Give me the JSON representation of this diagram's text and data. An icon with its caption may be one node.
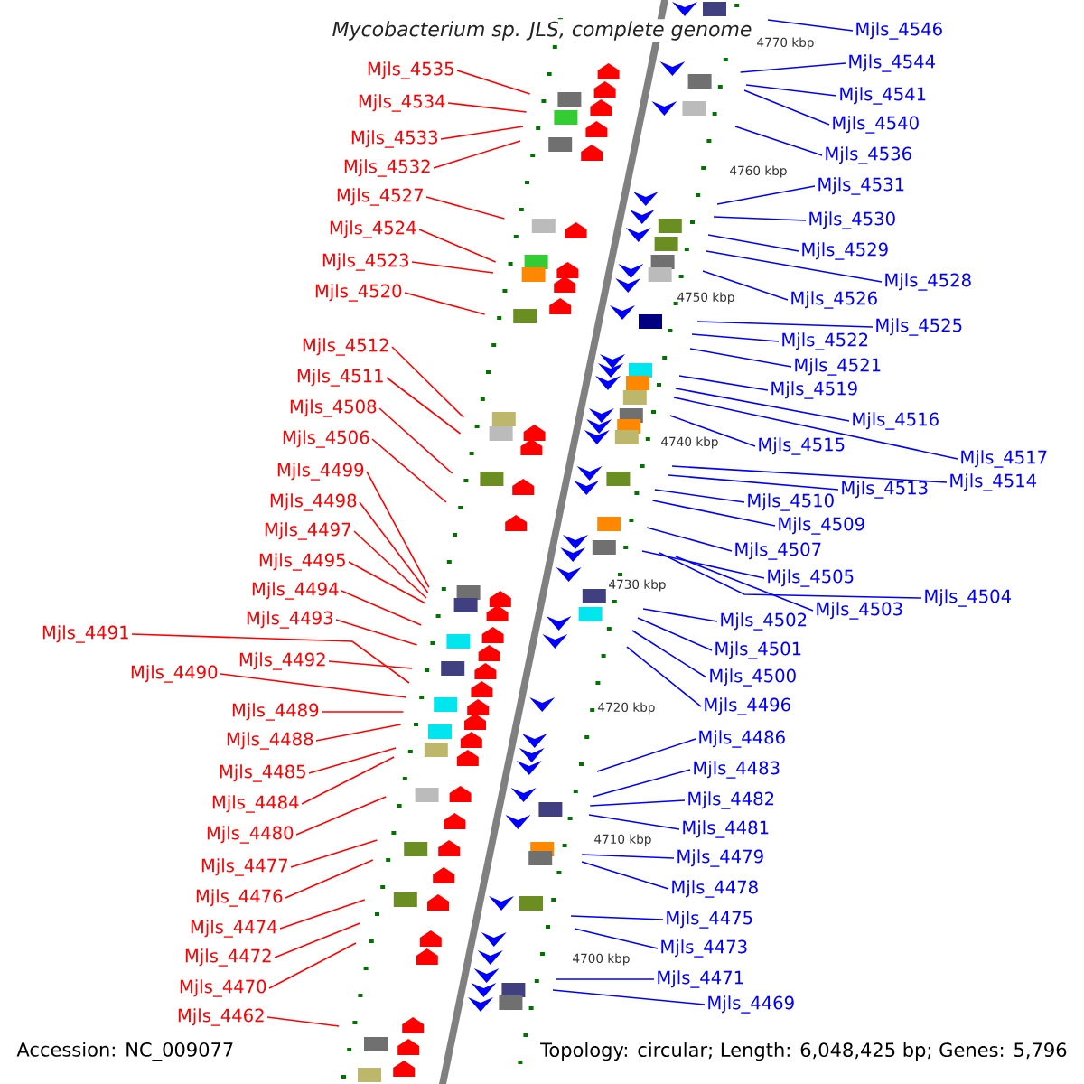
{
  "diagram": {
    "title": "Mycobacterium sp. JLS, complete genome",
    "nodes": [
      {
        "text": [
          "Mjls_4535"
        ]
      },
      {
        "text": [
          "Mjls_4534"
        ]
      },
      {
        "text": [
          "Mjls_4533"
        ]
      },
      {
        "text": [
          "Mjls_4532"
        ]
      },
      {
        "text": [
          "Mjls_4527"
        ]
      },
      {
        "text": [
          "Mjls_4524"
        ]
      },
      {
        "text": [
          "Mjls_4523"
        ]
      },
      {
        "text": [
          "Mjls_4520"
        ]
      },
      {
        "text": [
          "Mjls_4512"
        ]
      },
      {
        "text": [
          "Mjls_4511"
        ]
      },
      {
        "text": [
          "Mjls_4508"
        ]
      },
      {
        "text": [
          "Mjls_4506"
        ]
      },
      {
        "text": [
          "Mjls_4499"
        ]
      },
      {
        "text": [
          "Mjls_4498"
        ]
      },
      {
        "text": [
          "Mjls_4497"
        ]
      },
      {
        "text": [
          "Mjls_4495"
        ]
      },
      {
        "text": [
          "Mjls_4494"
        ]
      },
      {
        "text": [
          "Mjls_4493"
        ]
      },
      {
        "text": [
          "Mjls_4491"
        ]
      },
      {
        "text": [
          "Mjls_4490"
        ]
      },
      {
        "text": [
          "Mjls_4492"
        ]
      },
      {
        "text": [
          "Mjls_4489"
        ]
      },
      {
        "text": [
          "Mjls_4488"
        ]
      },
      {
        "text": [
          "Mjls_4485"
        ]
      },
      {
        "text": [
          "Mjls_4484"
        ]
      },
      {
        "text": [
          "Mjls_4480"
        ]
      },
      {
        "text": [
          "Mjls_4477"
        ]
      },
      {
        "text": [
          "Mjls_4476"
        ]
      },
      {
        "text": [
          "Mjls_4474"
        ]
      },
      {
        "text": [
          "Mjls_4472"
        ]
      },
      {
        "text": [
          "Mjls_4470"
        ]
      },
      {
        "text": [
          "Mjls_4462"
        ]
      },
      {
        "text": [
          "Mjls_4546"
        ]
      },
      {
        "text": [
          "Mjls_4544"
        ]
      },
      {
        "text": [
          "Mjls_4541"
        ]
      },
      {
        "text": [
          "Mjls_4540"
        ]
      },
      {
        "text": [
          "Mjls_4536"
        ]
      },
      {
        "text": [
          "Mjls_4531"
        ]
      },
      {
        "text": [
          "Mjls_4530"
        ]
      },
      {
        "text": [
          "Mjls_4529"
        ]
      },
      {
        "text": [
          "Mjls_4528"
        ]
      },
      {
        "text": [
          "Mjls_4526"
        ]
      },
      {
        "text": [
          "Mjls_4525"
        ]
      },
      {
        "text": [
          "Mjls_4522"
        ]
      },
      {
        "text": [
          "Mjls_4521"
        ]
      },
      {
        "text": [
          "Mjls_4519"
        ]
      },
      {
        "text": [
          "Mjls_4516"
        ]
      },
      {
        "text": [
          "Mjls_4517"
        ]
      },
      {
        "text": [
          "Mjls_4515"
        ]
      },
      {
        "text": [
          "Mjls_4513"
        ]
      },
      {
        "text": [
          "Mjls_4514"
        ]
      },
      {
        "text": [
          "Mjls_4510"
        ]
      },
      {
        "text": [
          "Mjls_4509"
        ]
      },
      {
        "text": [
          "Mjls_4507"
        ]
      },
      {
        "text": [
          "Mjls_4505"
        ]
      },
      {
        "text": [
          "Mjls_4503"
        ]
      },
      {
        "text": [
          "Mjls_4504"
        ]
      },
      {
        "text": [
          "Mjls_4502"
        ]
      },
      {
        "text": [
          "Mjls_4501"
        ]
      },
      {
        "text": [
          "Mjls_4500"
        ]
      },
      {
        "text": [
          "Mjls_4496"
        ]
      },
      {
        "text": [
          "Mjls_4486"
        ]
      },
      {
        "text": [
          "Mjls_4483"
        ]
      },
      {
        "text": [
          "Mjls_4482"
        ]
      },
      {
        "text": [
          "Mjls_4481"
        ]
      },
      {
        "text": [
          "Mjls_4479"
        ]
      },
      {
        "text": [
          "Mjls_4478"
        ]
      },
      {
        "text": [
          "Mjls_4475"
        ]
      },
      {
        "text": [
          "Mjls_4473"
        ]
      },
      {
        "text": [
          "Mjls_4471"
        ]
      },
      {
        "text": [
          "Mjls_4469"
        ]
      }
    ],
    "edges": [
      {
        "from": 0,
        "to": null,
        "arrow": "none",
        "color": "#ff0000"
      },
      {
        "from": 1,
        "to": null,
        "arrow": "none",
        "color": "#ff0000"
      },
      {
        "from": 2,
        "to": null,
        "arrow": "none",
        "color": "#ff0000"
      },
      {
        "from": 3,
        "to": null,
        "arrow": "none",
        "color": "#ff0000"
      },
      {
        "from": 4,
        "to": null,
        "arrow": "none",
        "color": "#ff0000"
      },
      {
        "from": 5,
        "to": null,
        "arrow": "none",
        "color": "#ff0000"
      },
      {
        "from": 6,
        "to": null,
        "arrow": "none",
        "color": "#ff0000"
      },
      {
        "from": 7,
        "to": null,
        "arrow": "none",
        "color": "#ff0000"
      },
      {
        "from": 8,
        "to": null,
        "arrow": "none",
        "color": "#ff0000"
      },
      {
        "from": 9,
        "to": null,
        "arrow": "none",
        "color": "#ff0000"
      },
      {
        "from": 10,
        "to": null,
        "arrow": "none",
        "color": "#ff0000"
      },
      {
        "from": 11,
        "to": null,
        "arrow": "none",
        "color": "#ff0000"
      },
      {
        "from": 12,
        "to": null,
        "arrow": "none",
        "color": "#ff0000"
      },
      {
        "from": 13,
        "to": null,
        "arrow": "none",
        "color": "#ff0000"
      },
      {
        "from": 14,
        "to": null,
        "arrow": "none",
        "color": "#ff0000"
      },
      {
        "from": 15,
        "to": null,
        "arrow": "none",
        "color": "#ff0000"
      },
      {
        "from": 16,
        "to": null,
        "arrow": "none",
        "color": "#ff0000"
      },
      {
        "from": 17,
        "to": null,
        "arrow": "none",
        "color": "#ff0000"
      },
      {
        "from": 18,
        "to": null,
        "arrow": "none",
        "color": "#ff0000"
      },
      {
        "from": 19,
        "to": null,
        "arrow": "none",
        "color": "#ff0000"
      },
      {
        "from": 20,
        "to": null,
        "arrow": "none",
        "color": "#ff0000"
      },
      {
        "from": 21,
        "to": null,
        "arrow": "none",
        "color": "#ff0000"
      },
      {
        "from": 22,
        "to": null,
        "arrow": "none",
        "color": "#ff0000"
      },
      {
        "from": 23,
        "to": null,
        "arrow": "none",
        "color": "#ff0000"
      },
      {
        "from": 24,
        "to": null,
        "arrow": "none",
        "color": "#ff0000"
      },
      {
        "from": 25,
        "to": null,
        "arrow": "none",
        "color": "#ff0000"
      },
      {
        "from": 26,
        "to": null,
        "arrow": "none",
        "color": "#ff0000"
      },
      {
        "from": 27,
        "to": null,
        "arrow": "none",
        "color": "#ff0000"
      },
      {
        "from": 28,
        "to": null,
        "arrow": "none",
        "color": "#ff0000"
      },
      {
        "from": 29,
        "to": null,
        "arrow": "none",
        "color": "#ff0000"
      },
      {
        "from": 30,
        "to": null,
        "arrow": "none",
        "color": "#ff0000"
      },
      {
        "from": 31,
        "to": null,
        "arrow": "none",
        "color": "#ff0000"
      },
      {
        "from": 32,
        "to": null,
        "arrow": "none"
      },
      {
        "from": 33,
        "to": null,
        "arrow": "none"
      },
      {
        "from": 34,
        "to": null,
        "arrow": "none"
      },
      {
        "from": 35,
        "to": null,
        "arrow": "none"
      },
      {
        "from": 36,
        "to": null,
        "arrow": "none"
      },
      {
        "from": 37,
        "to": null,
        "arrow": "none"
      },
      {
        "from": 38,
        "to": null,
        "arrow": "none"
      },
      {
        "from": 39,
        "to": null,
        "arrow": "none"
      },
      {
        "from": 40,
        "to": null,
        "arrow": "none"
      },
      {
        "from": 41,
        "to": null,
        "arrow": "none"
      },
      {
        "from": 42,
        "to": null,
        "arrow": "none"
      },
      {
        "from": 43,
        "to": null,
        "arrow": "none"
      },
      {
        "from": 44,
        "to": null,
        "arrow": "none"
      },
      {
        "from": 45,
        "to": null,
        "arrow": "none"
      },
      {
        "from": 46,
        "to": null,
        "arrow": "none"
      },
      {
        "from": 47,
        "to": null,
        "arrow": "none"
      },
      {
        "from": 48,
        "to": null,
        "arrow": "none"
      },
      {
        "from": 49,
        "to": null,
        "arrow": "none"
      },
      {
        "from": 50,
        "to": null,
        "arrow": "none"
      },
      {
        "from": 51,
        "to": null,
        "arrow": "none"
      },
      {
        "from": 52,
        "to": null,
        "arrow": "none"
      },
      {
        "from": 53,
        "to": null,
        "arrow": "none"
      },
      {
        "from": 54,
        "to": null,
        "arrow": "none"
      },
      {
        "from": 55,
        "to": null,
        "arrow": "none"
      },
      {
        "from": 56,
        "to": null,
        "arrow": "none"
      },
      {
        "from": 57,
        "to": null,
        "arrow": "none"
      },
      {
        "from": 58,
        "to": null,
        "arrow": "none"
      },
      {
        "from": 59,
        "to": null,
        "arrow": "none"
      },
      {
        "from": 60,
        "to": null,
        "arrow": "none"
      },
      {
        "from": 61,
        "to": null,
        "arrow": "none"
      },
      {
        "from": 62,
        "to": null,
        "arrow": "none"
      },
      {
        "from": 63,
        "to": null,
        "arrow": "none"
      },
      {
        "from": 64,
        "to": null,
        "arrow": "none"
      },
      {
        "from": 65,
        "to": null,
        "arrow": "none"
      },
      {
        "from": 66,
        "to": null,
        "arrow": "none"
      },
      {
        "from": 67,
        "to": null,
        "arrow": "none"
      },
      {
        "from": 68,
        "to": null,
        "arrow": "none"
      },
      {
        "from": 69,
        "to": null,
        "arrow": "none"
      },
      {
        "from": 70,
        "to": null,
        "arrow": "none"
      }
    ],
    "labels": [
      "4770 kbp",
      "4760 kbp",
      "4750 kbp",
      "4740 kbp",
      "4730 kbp",
      "4720 kbp",
      "4710 kbp",
      "4700 kbp",
      "Accession: NC_009077",
      "Topology: circular; Length: 6,048,425 bp; Genes: 5,796"
    ]
  }
}
